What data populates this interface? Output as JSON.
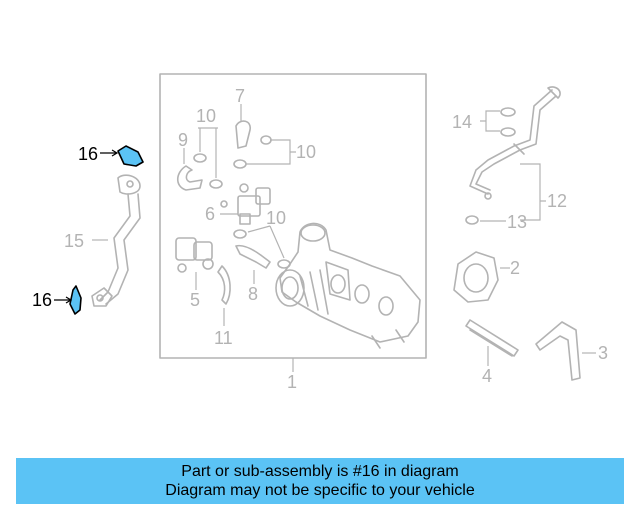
{
  "diagram": {
    "callouts": {
      "c1": "1",
      "c2": "2",
      "c3": "3",
      "c4": "4",
      "c5": "5",
      "c6": "6",
      "c7": "7",
      "c8": "8",
      "c9": "9",
      "c10a": "10",
      "c10b": "10",
      "c10c": "10",
      "c11": "11",
      "c12": "12",
      "c13": "13",
      "c14": "14",
      "c15": "15",
      "c16a": "16",
      "c16b": "16"
    },
    "highlight_color": "#5bc3f5",
    "dim_color": "#b3b3b3"
  },
  "banner": {
    "line1": "Part or sub-assembly is #16 in diagram",
    "line2": "Diagram may not be specific to your vehicle",
    "background": "#5bc3f5"
  }
}
